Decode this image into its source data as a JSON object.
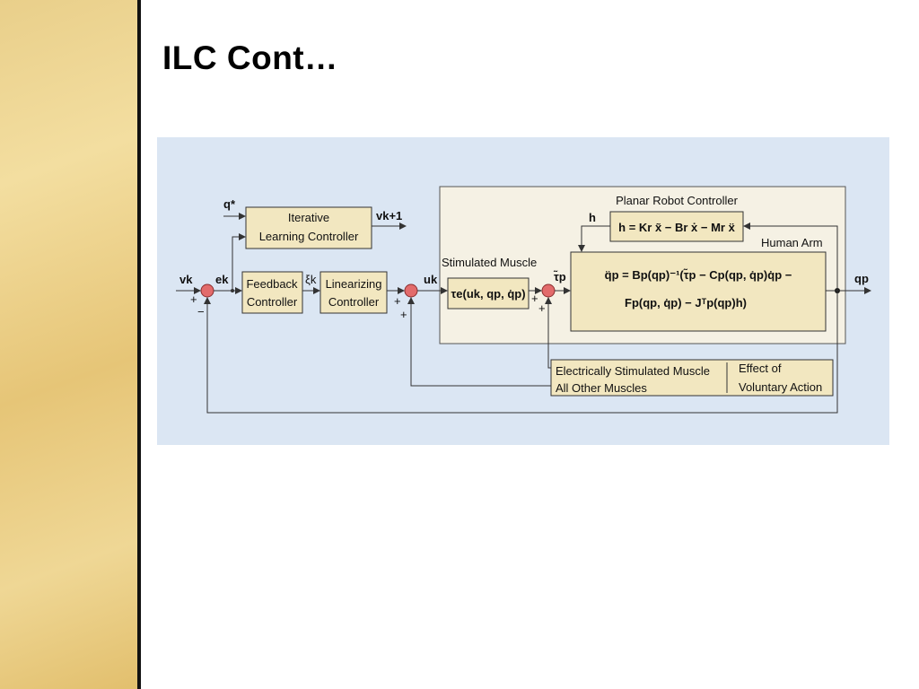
{
  "slide": {
    "title": "ILC Cont…"
  },
  "diagram": {
    "blocks": {
      "ilc_line1": "Iterative",
      "ilc_line2": "Learning Controller",
      "feedback_line1": "Feedback",
      "feedback_line2": "Controller",
      "linearizing_line1": "Linearizing",
      "linearizing_line2": "Controller",
      "muscle_block": "τe(uk, qp, q̇p)",
      "planar_eq": "h = Kr x̃ − Br ẋ − Mr ẍ",
      "arm_eq_line1": "q̈p = Bp(qp)⁻¹(τ̃p − Cp(qp, q̇p)q̇p −",
      "arm_eq_line2": "Fp(qp, q̇p) − Jᵀp(qp)h)",
      "disturb_left_1": "Electrically Stimulated Muscle",
      "disturb_left_2": "All Other Muscles",
      "disturb_right_1": "Effect of",
      "disturb_right_2": "Voluntary Action"
    },
    "captions": {
      "planar_robot": "Planar Robot Controller",
      "human_arm": "Human Arm",
      "stimulated_muscle": "Stimulated Muscle"
    },
    "signals": {
      "q_star": "q*",
      "v_k1": "vk+1",
      "v_k": "vk",
      "e_k": "ek",
      "xi_k": "ξk",
      "u_k": "uk",
      "tau_p": "τ̃p",
      "q_p": "qp",
      "h": "h"
    },
    "signs": {
      "plus": "+",
      "minus": "−"
    }
  }
}
